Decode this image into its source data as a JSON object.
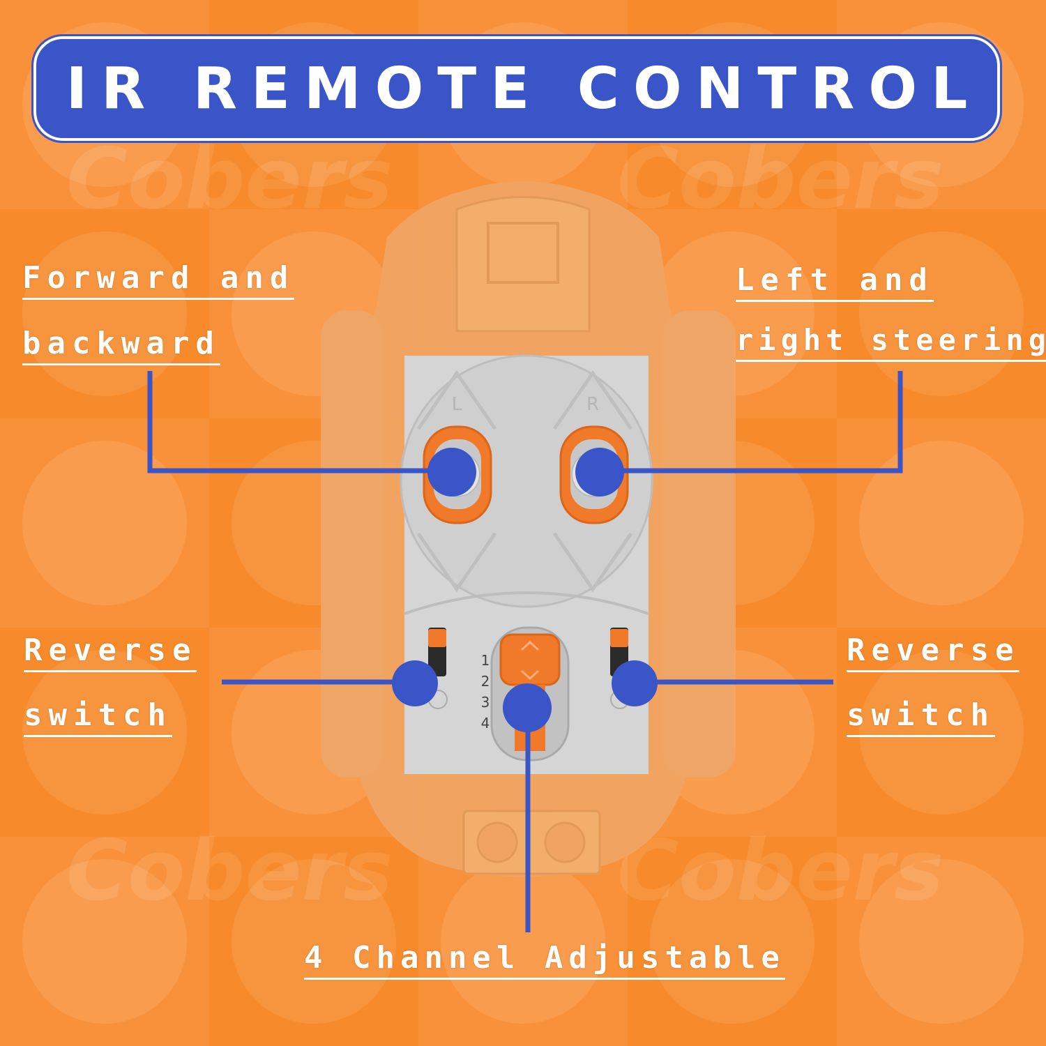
{
  "title": "IR REMOTE CONTROL",
  "watermark": "Cobers",
  "labels": {
    "forward_line1": "Forward and",
    "forward_line2": "backward",
    "steering_line1": "Left and",
    "steering_line2": "right steering",
    "reverse_left_line1": "Reverse",
    "reverse_left_line2": "switch",
    "reverse_right_line1": "Reverse",
    "reverse_right_line2": "switch",
    "channel": "4 Channel Adjustable"
  },
  "remote": {
    "letter_left": "L",
    "letter_right": "R",
    "channel_numbers": [
      "1",
      "2",
      "3",
      "4"
    ]
  },
  "colors": {
    "background": "#f7861f",
    "accent_blue": "#3a55c8",
    "remote_orange": "#f0a463",
    "panel_grey": "#d4d4d4",
    "button_orange": "#f07a2a"
  }
}
